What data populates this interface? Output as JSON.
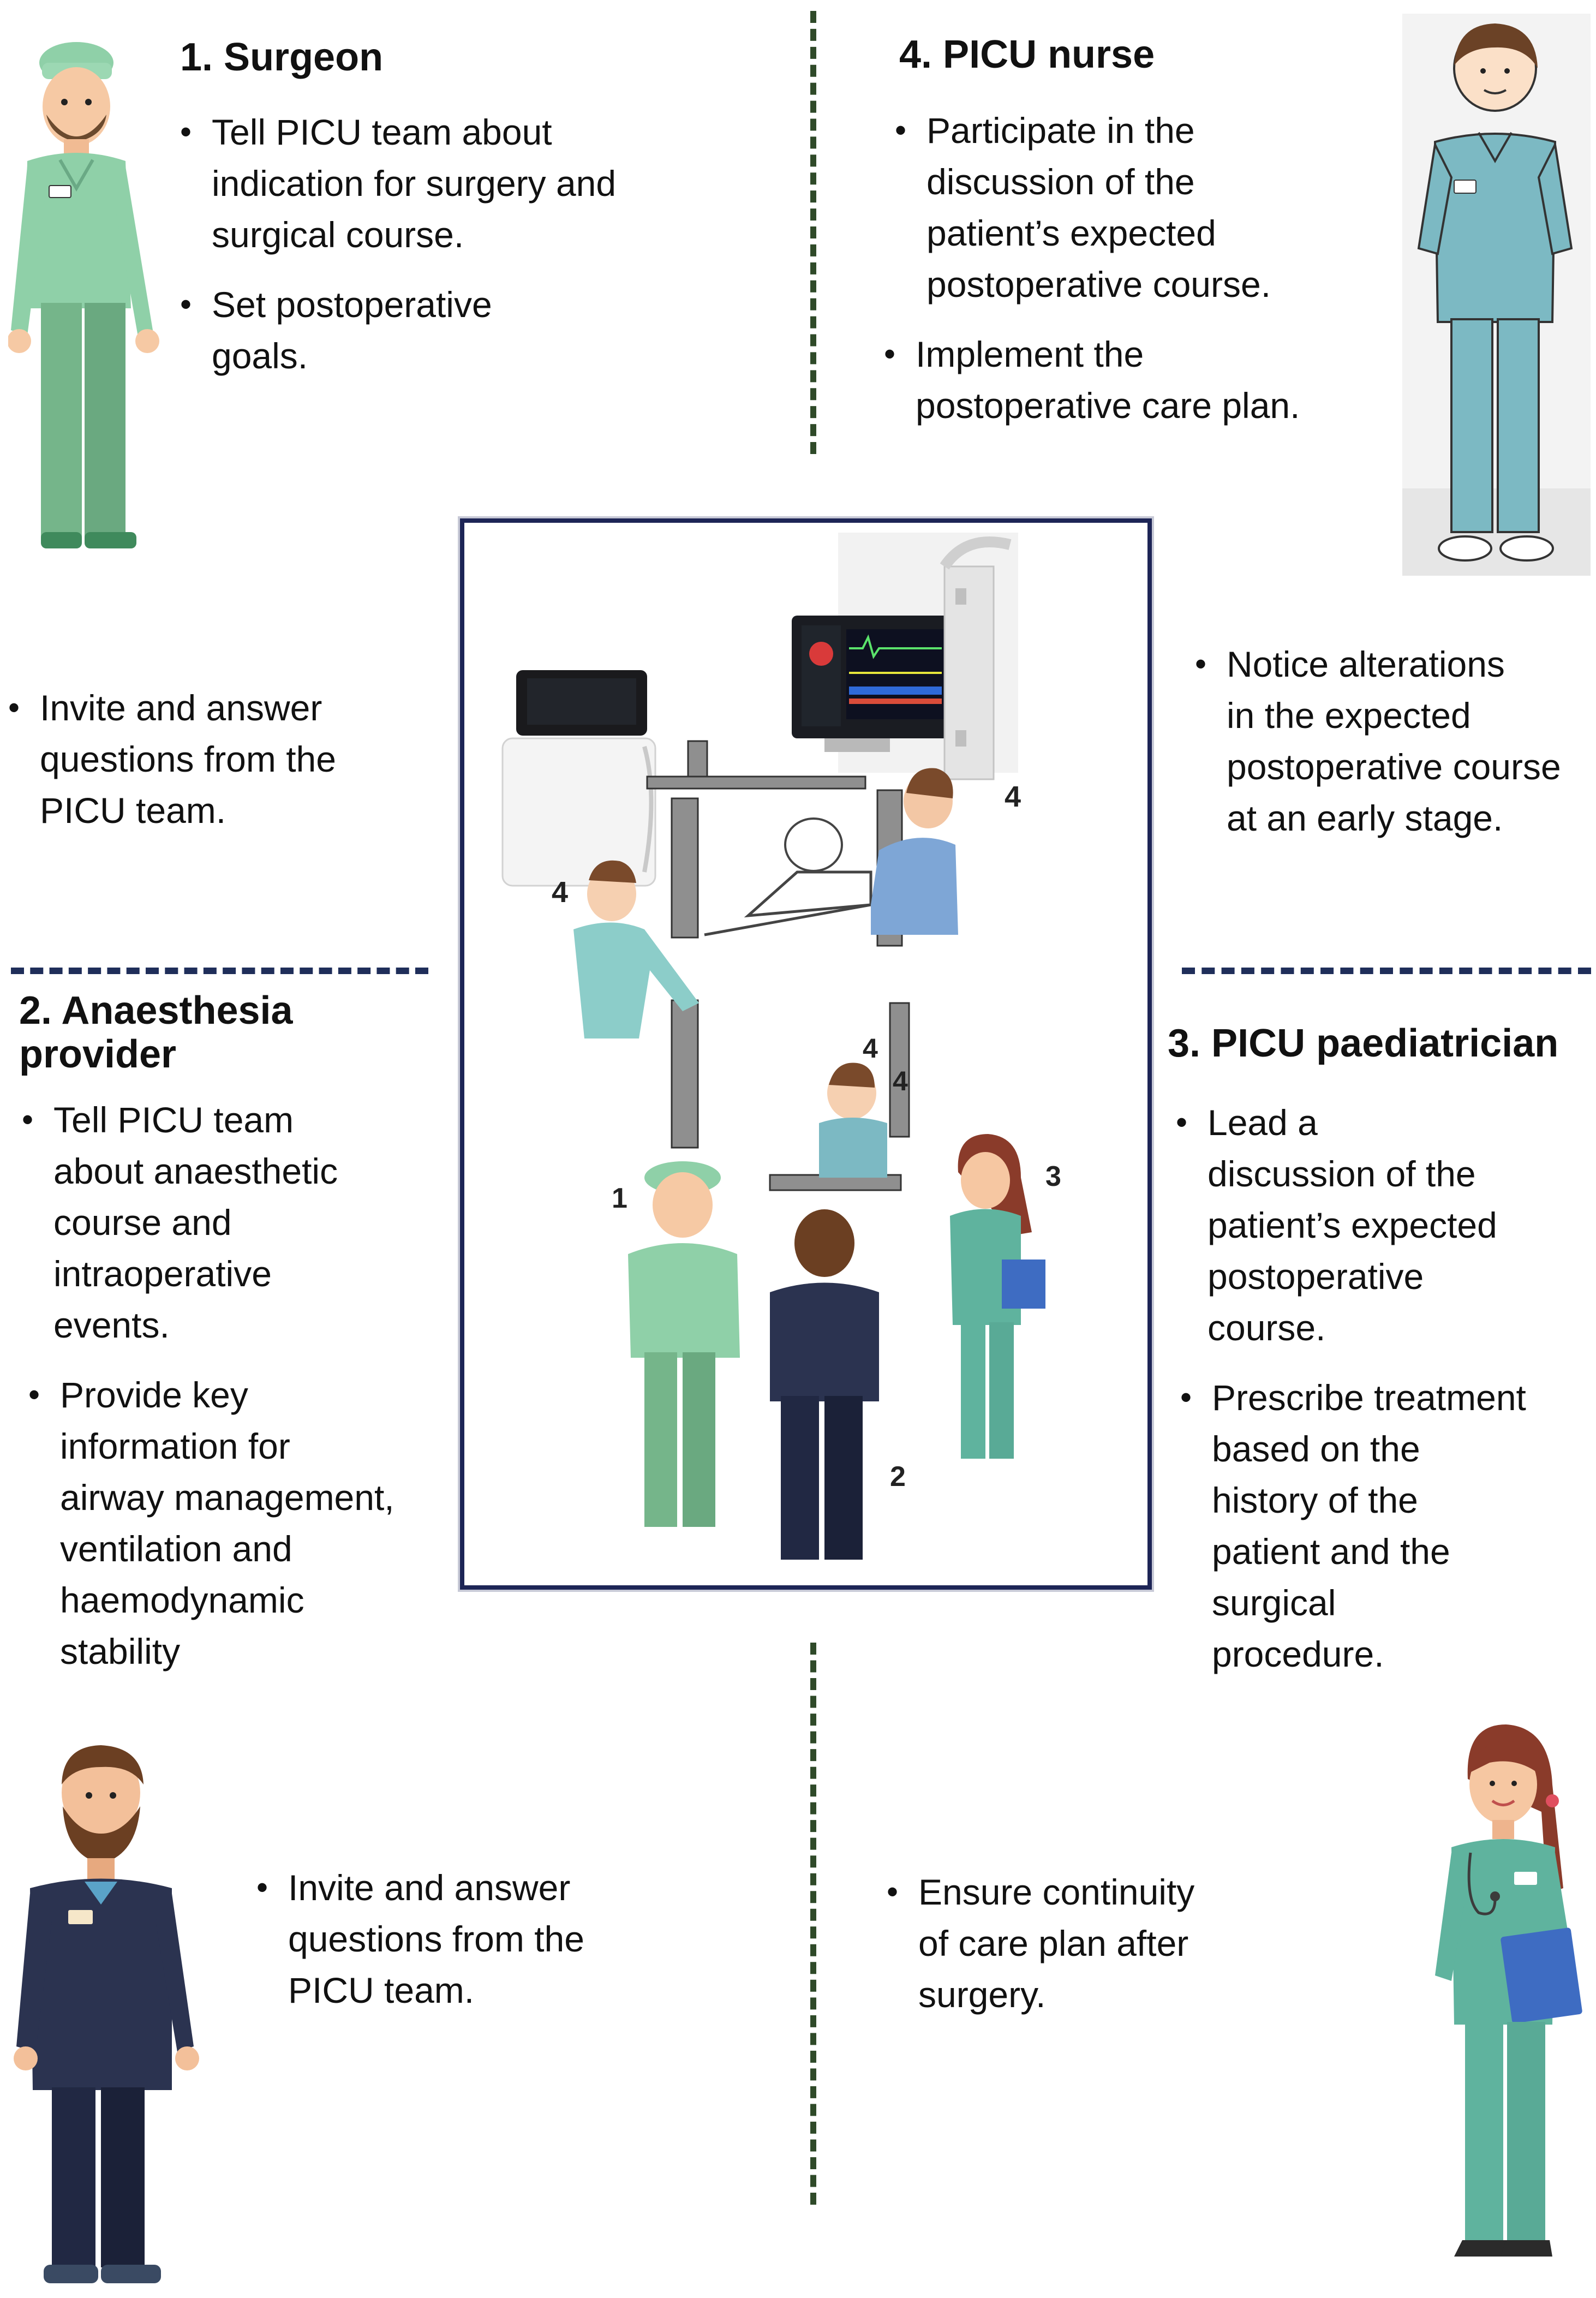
{
  "roles": {
    "surgeon": {
      "heading": "1. Surgeon",
      "top_bullets": [
        "Tell PICU team about\n indication for surgery and\nsurgical course.",
        "Set postoperative\ngoals."
      ],
      "side_bullets": [
        "Invite and answer\nquestions from the\nPICU team."
      ]
    },
    "picu_nurse": {
      "heading": "4. PICU nurse",
      "top_bullets": [
        "Participate in the\ndiscussion of the\npatient’s expected\npostoperative course.",
        "Implement the\npostoperative care plan."
      ],
      "side_bullets": [
        "Notice alterations\nin the expected\npostoperative course\nat an early stage."
      ]
    },
    "anaesthesia": {
      "heading": "2. Anaesthesia\n    provider",
      "bullets": [
        " Tell PICU team\nabout anaesthetic\ncourse and\nintraoperative\nevents.",
        " Provide key\ninformation for\nairway management,\nventilation and\nhaemodynamic\nstability"
      ],
      "bottom_bullets": [
        "Invite and answer\nquestions from the\nPICU team."
      ]
    },
    "picu_paediatrician": {
      "heading": "3. PICU paediatrician",
      "bullets": [
        "Lead a\ndiscussion of the\npatient’s expected\npostoperative\ncourse.",
        "Prescribe treatment\nbased on the\nhistory of the\npatient and the\nsurgical\nprocedure."
      ],
      "bottom_bullets": [
        "Ensure continuity\nof care plan after\nsurgery."
      ]
    }
  },
  "scene_markers": {
    "nurse_left": "4",
    "nurse_right": "4",
    "nurse_bottom": "4",
    "bed_side": "4",
    "surgeon": "1",
    "anaesthesia": "2",
    "paediatrician": "3"
  },
  "icons": {
    "surgeon": "surgeon-figure-icon",
    "picu_nurse": "picu-nurse-figure-icon",
    "anaesthesia": "anaesthesia-provider-figure-icon",
    "paediatrician": "paediatrician-figure-icon",
    "monitor": "patient-monitor-icon",
    "ventilator": "ventilator-icon",
    "bed": "patient-bed-icon"
  },
  "colors": {
    "scrub_green": "#8fd0a8",
    "scrub_teal": "#6fb5b3",
    "navy_scrub": "#2b3350",
    "nurse_blue": "#7ea6d6",
    "frame_border": "#1d2556",
    "divider_green": "#2f4a29",
    "divider_navy": "#1f2e5a"
  }
}
